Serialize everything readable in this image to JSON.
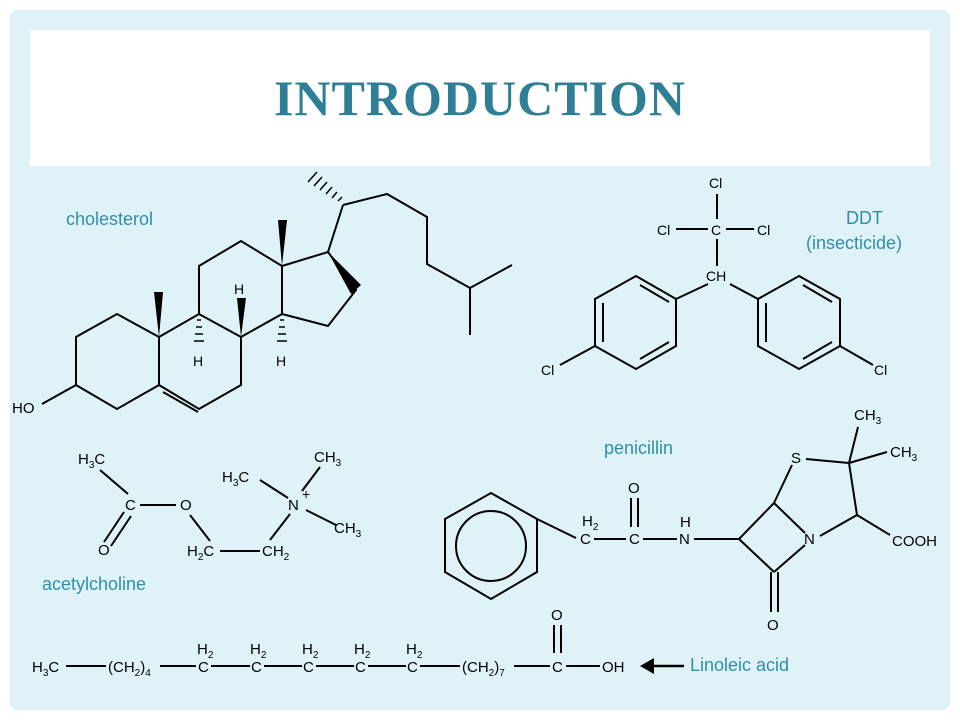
{
  "slide": {
    "title": "INTRODUCTION"
  },
  "labels": {
    "cholesterol": "cholesterol",
    "ddt_line1": "DDT",
    "ddt_line2": "(insecticide)",
    "penicillin": "penicillin",
    "acetylcholine": "acetylcholine",
    "linoleic": "Linoleic acid"
  },
  "atoms": {
    "cholesterol": {
      "ho": "HO",
      "h": "H"
    },
    "ddt": {
      "cl": "Cl",
      "c": "C",
      "ch": "CH"
    },
    "acetylcholine": {
      "h3c": "H3C",
      "c": "C",
      "o": "O",
      "h2c": "H2C",
      "ch2": "CH2",
      "n": "N",
      "plus": "+",
      "ch3": "CH3"
    },
    "penicillin": {
      "o": "O",
      "h2": "H2",
      "c": "C",
      "h": "H",
      "n": "N",
      "s": "S",
      "ch3": "CH3",
      "cooh": "COOH"
    },
    "linoleic": {
      "h3c": "H3C",
      "ch2_4": "(CH2)4",
      "h2": "H2",
      "c": "C",
      "ch2_7": "(CH2)7",
      "o": "O",
      "oh": "OH"
    }
  },
  "colors": {
    "title": "#2e7f95",
    "label": "#2f8fa8",
    "background": "#dff2f8"
  }
}
